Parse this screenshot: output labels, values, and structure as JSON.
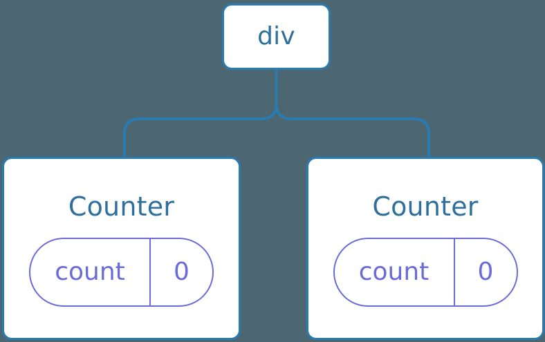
{
  "diagram": {
    "type": "component-tree",
    "background_color": "#4c6672",
    "node_border_color": "#2b7ab0",
    "node_fill_color": "#ffffff",
    "node_label_color": "#2e6f9e",
    "state_accent_color": "#6a6adb",
    "connector_color": "#2b7ab0",
    "root": {
      "label": "div"
    },
    "children": [
      {
        "title": "Counter",
        "state": {
          "key": "count",
          "value": "0"
        }
      },
      {
        "title": "Counter",
        "state": {
          "key": "count",
          "value": "0"
        }
      }
    ]
  }
}
